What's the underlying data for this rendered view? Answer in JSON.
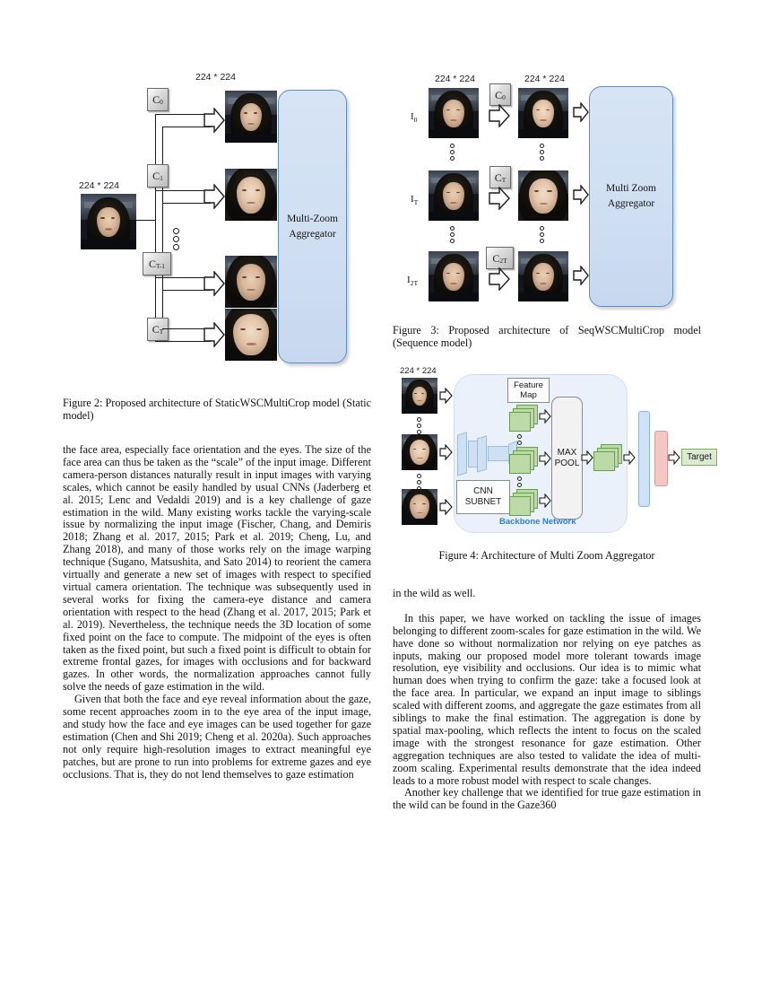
{
  "figure2": {
    "input_size_label": "224 * 224",
    "output_size_label": "224 * 224",
    "crop_labels": [
      "C",
      "C",
      "C",
      "C"
    ],
    "crop_subscripts": [
      "0",
      "1",
      "T-1",
      "T"
    ],
    "aggregator_line1": "Multi-Zoom",
    "aggregator_line2": "Aggregator",
    "caption": "Figure 2: Proposed architecture of StaticWSCMultiCrop model (Static model)"
  },
  "figure3": {
    "input_size_label": "224 * 224",
    "output_size_label": "224 * 224",
    "input_labels": [
      "I",
      "I",
      "I"
    ],
    "input_subscripts": [
      "0",
      "T",
      "2T"
    ],
    "crop_labels": [
      "C",
      "C",
      "C"
    ],
    "crop_subscripts": [
      "0",
      "T",
      "2T"
    ],
    "aggregator_line1": "Multi Zoom",
    "aggregator_line2": "Aggregator",
    "caption": "Figure 3: Proposed architecture of SeqWSCMultiCrop model (Sequence model)"
  },
  "figure4": {
    "input_size_label": "224 * 224",
    "feature_map_line1": "Feature",
    "feature_map_line2": "Map",
    "cnn_line1": "CNN",
    "cnn_line2": "SUBNET",
    "maxpool_line1": "MAX",
    "maxpool_line2": "POOL",
    "target_label": "Target",
    "backbone_label": "Backbone Network",
    "caption": "Figure 4: Architecture of Multi Zoom Aggregator",
    "colors": {
      "backbone_fill": "#eaf1fb",
      "backbone_label": "#2f7fd1",
      "feature_green_fill": "#bcd9a8",
      "feature_green_border": "#63a345",
      "cnn_blue_fill": "#cfe0f3",
      "red_bar": "#f3c7c3",
      "blue_bar": "#cfe1f5",
      "target_fill": "#dcead2"
    }
  },
  "body": {
    "left_column": [
      "the face area, especially face orientation and the eyes. The size of the face area can thus be taken as the “scale” of the input image. Different camera-person distances naturally result in input images with varying scales, which cannot be easily handled by usual CNNs (Jaderberg et al. 2015; Lenc and Vedaldi 2019) and is a key challenge of gaze estimation in the wild. Many existing works tackle the varying-scale issue by normalizing the input image (Fischer, Chang, and Demiris 2018; Zhang et al. 2017, 2015; Park et al. 2019; Cheng, Lu, and Zhang 2018), and many of those works rely on the image warping technique (Sugano, Matsushita, and Sato 2014) to reorient the camera virtually and generate a new set of images with respect to specified virtual camera orientation. The technique was subsequently used in several works for fixing the camera-eye distance and camera orientation with respect to the head (Zhang et al. 2017, 2015; Park et al. 2019). Nevertheless, the technique needs the 3D location of some fixed point on the face to compute. The midpoint of the eyes is often taken as the fixed point, but such a fixed point is difficult to obtain for extreme frontal gazes, for images with occlusions and for backward gazes. In other words, the normalization approaches cannot fully solve the needs of gaze estimation in the wild.",
      "Given that both the face and eye reveal information about the gaze, some recent approaches zoom in to the eye area of the input image, and study how the face and eye images can be used together for gaze estimation (Chen and Shi 2019; Cheng et al. 2020a). Such approaches not only require high-resolution images to extract meaningful eye patches, but are prone to run into problems for extreme gazes and eye occlusions. That is, they do not lend themselves to gaze estimation"
    ],
    "right_column": [
      "in the wild as well.",
      "In this paper, we have worked on tackling the issue of images belonging to different zoom-scales for gaze estimation in the wild. We have done so without normalization nor relying on eye patches as inputs, making our proposed model more tolerant towards image resolution, eye visibility and occlusions. Our idea is to mimic what human does when trying to confirm the gaze: take a focused look at the face area. In particular, we expand an input image to siblings scaled with different zooms, and aggregate the gaze estimates from all siblings to make the final estimation. The aggregation is done by spatial max-pooling, which reflects the intent to focus on the scaled image with the strongest resonance for gaze estimation. Other aggregation techniques are also tested to validate the idea of multi-zoom scaling. Experimental results demonstrate that the idea indeed leads to a more robust model with respect to scale changes.",
      "Another key challenge that we identified for true gaze estimation in the wild can be found in the Gaze360"
    ]
  }
}
